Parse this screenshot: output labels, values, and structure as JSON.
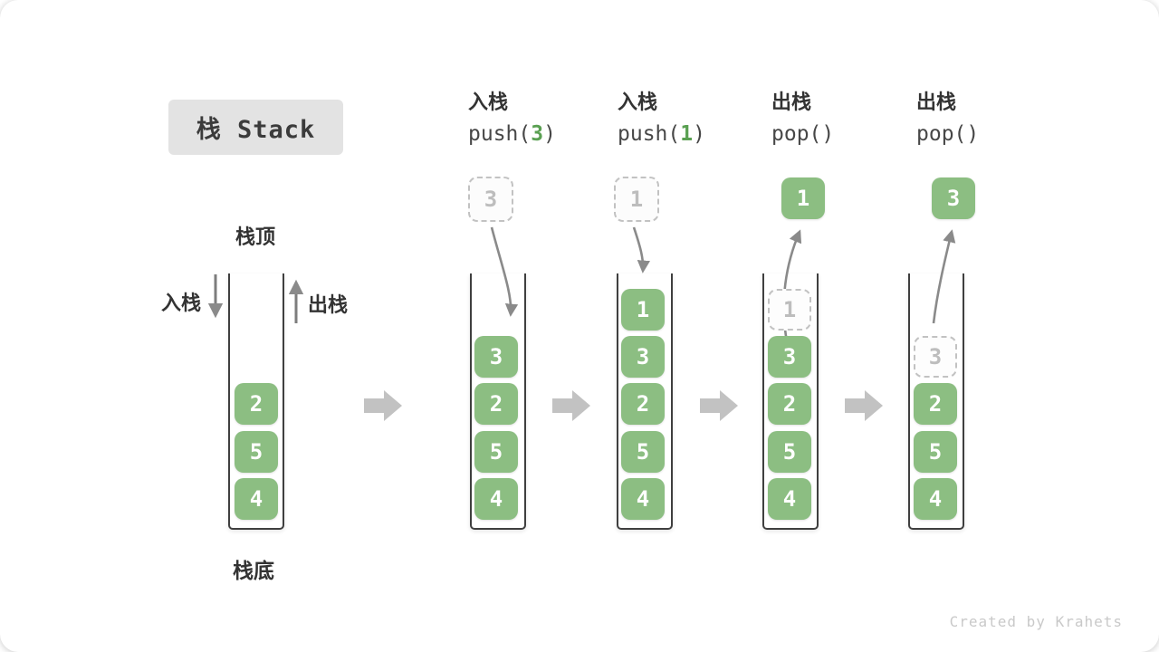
{
  "title": "栈 Stack",
  "labels": {
    "stack_top": "栈顶",
    "stack_bottom": "栈底",
    "push_side": "入栈",
    "pop_side": "出栈"
  },
  "operations": [
    {
      "name": "入栈",
      "pre": "push(",
      "arg": "3",
      "post": ")"
    },
    {
      "name": "入栈",
      "pre": "push(",
      "arg": "1",
      "post": ")"
    },
    {
      "name": "出栈",
      "pre": "pop(",
      "arg": "",
      "post": ")"
    },
    {
      "name": "出栈",
      "pre": "pop(",
      "arg": "",
      "post": ")"
    }
  ],
  "stacks": [
    {
      "cells": [
        "2",
        "5",
        "4"
      ]
    },
    {
      "floating": "3",
      "cells": [
        "3",
        "2",
        "5",
        "4"
      ]
    },
    {
      "floating": "1",
      "cells": [
        "1",
        "3",
        "2",
        "5",
        "4"
      ]
    },
    {
      "floating": "1",
      "ghost": "1",
      "cells": [
        "3",
        "2",
        "5",
        "4"
      ]
    },
    {
      "floating": "3",
      "ghost": "3",
      "cells": [
        "2",
        "5",
        "4"
      ]
    }
  ],
  "watermark": "Created by Krahets",
  "colors": {
    "box_green": "#8cbe82",
    "accent_green": "#5aa052",
    "curve_arrow_gray": "#8a8a8a",
    "block_arrow_gray": "#c2c2c2",
    "title_bg": "#e3e3e3",
    "text_dark": "#333333",
    "ghost_gray": "#c2c2c2"
  }
}
